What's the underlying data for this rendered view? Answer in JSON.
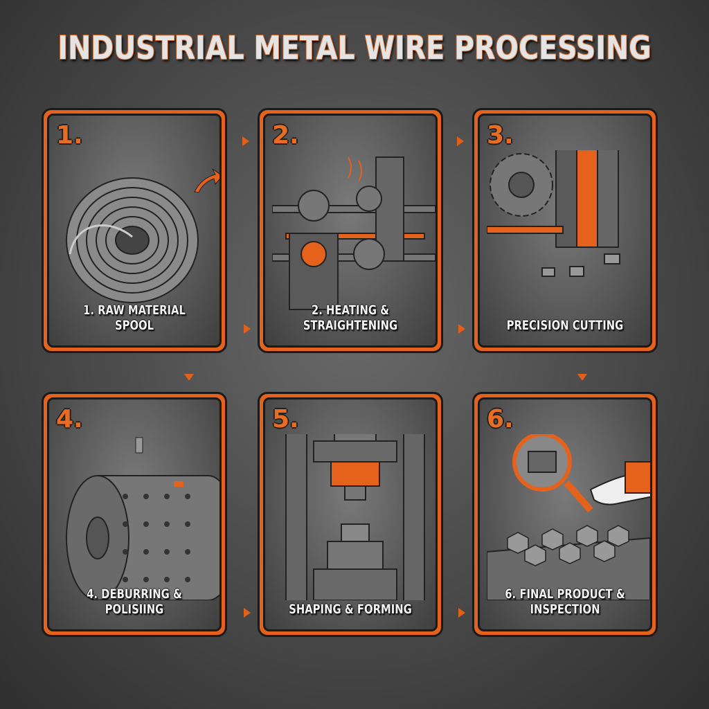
{
  "title": "INDUSTRIAL METAL WIRE PROCESSING",
  "colors": {
    "accent": "#e4621c",
    "outline": "#1a1a1a",
    "background": "#4e4e4e",
    "text": "#f2f2f2"
  },
  "steps": [
    {
      "number": "1.",
      "caption": "1. RAW MATERIAL SPOOL",
      "icon": "wire-spool-icon"
    },
    {
      "number": "2.",
      "caption": "2. HEATING & STRAIGHTENING",
      "icon": "straightening-rollers-icon"
    },
    {
      "number": "3.",
      "caption": "PRECISION CUTTING",
      "icon": "cutting-gear-icon"
    },
    {
      "number": "4.",
      "caption": "4. DEBURRING & POLISIING",
      "icon": "tumbling-drum-icon"
    },
    {
      "number": "5.",
      "caption": "SHAPING & FORMING",
      "icon": "press-die-icon"
    },
    {
      "number": "6.",
      "caption": "6. FINAL PRODUCT & INSPECTION",
      "icon": "magnifier-bolts-icon"
    }
  ]
}
